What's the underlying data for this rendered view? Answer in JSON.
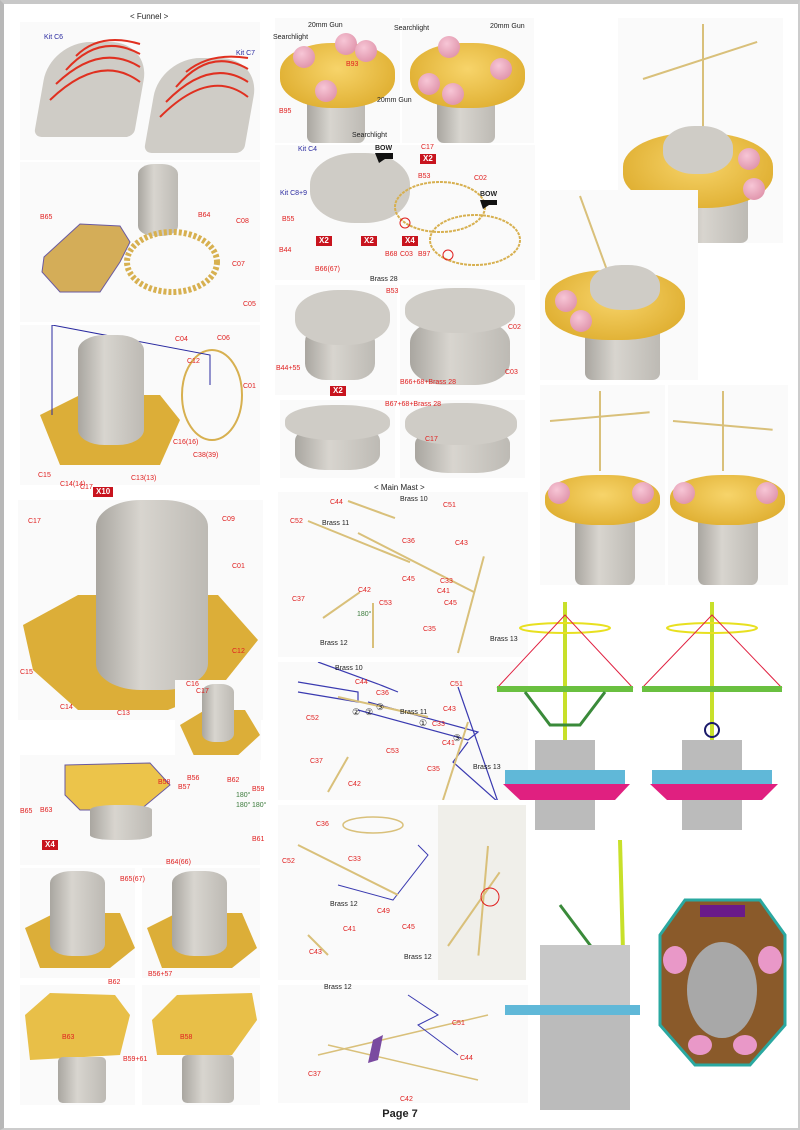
{
  "page_label": "Page 7",
  "headers": {
    "funnel": "< Funnel >",
    "main_mast": "< Main Mast >"
  },
  "funnel_labels": [
    "Kit C6",
    "Kit C7",
    "B65",
    "B64",
    "C08",
    "C07",
    "C05",
    "C06",
    "C04",
    "C12",
    "C01",
    "C16(16)",
    "C38(39)",
    "C15",
    "C14(14)",
    "C13(13)",
    "C17"
  ],
  "funnel_badge": "X10",
  "big_labels": [
    "C17",
    "C09",
    "C01",
    "C12",
    "C15",
    "C14",
    "C13",
    "C16",
    "C17"
  ],
  "bdeck_labels": [
    "B65",
    "B63",
    "B58",
    "B57",
    "B56",
    "B62",
    "B59",
    "B61",
    "B64(66)",
    "B65(67)",
    "B56+57",
    "B62",
    "B63",
    "B58",
    "B59+61",
    "180°",
    "180°",
    "180°"
  ],
  "bdeck_badge": "X4",
  "top_labels": [
    "Searchlight",
    "20mm Gun",
    "Searchlight",
    "20mm Gun",
    "B93",
    "20mm Gun",
    "B95",
    "Searchlight"
  ],
  "cap_labels": [
    "Kit C4",
    "BOW",
    "C17",
    "B53",
    "C02",
    "BOW",
    "Kit C8+9",
    "B55",
    "B44",
    "B66(67)",
    "Brass 28",
    "B68",
    "C03",
    "B97"
  ],
  "cap_badges": [
    "X2",
    "X2",
    "X2",
    "X4"
  ],
  "row3_labels": [
    "B53",
    "C02",
    "C03",
    "B44+55",
    "B66+68+Brass 28",
    "B67+68+Brass 28",
    "C17"
  ],
  "row3_badge": "X2",
  "mast1_labels": [
    "Brass 10",
    "C44",
    "C51",
    "C52",
    "Brass 11",
    "C36",
    "C43",
    "C45",
    "C33",
    "C41",
    "C45",
    "C37",
    "C42",
    "180°",
    "C53",
    "C35",
    "Brass 12",
    "Brass 13"
  ],
  "mast2_labels": [
    "Brass 10",
    "C44",
    "C51",
    "C36",
    "Brass 11",
    "C52",
    "C33",
    "C43",
    "C41",
    "C37",
    "C53",
    "C35",
    "C42",
    "Brass 13",
    "②",
    "②",
    "③",
    "①",
    "③"
  ],
  "mast3_labels": [
    "C36",
    "C52",
    "C33",
    "Brass 12",
    "C49",
    "C41",
    "C45",
    "C43",
    "Brass 12",
    "Brass 12",
    "C51",
    "C44",
    "C37",
    "C42"
  ]
}
